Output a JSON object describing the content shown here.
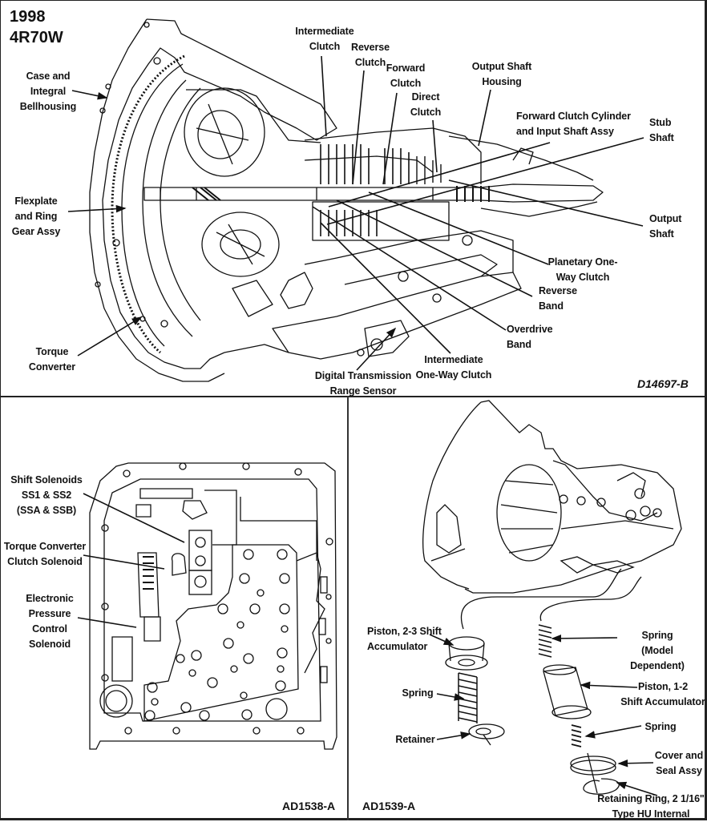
{
  "title": {
    "year": "1998",
    "model": "4R70W"
  },
  "panels": {
    "main": {
      "figure_code": "D14697-B",
      "callouts": [
        {
          "id": "case-bellhousing",
          "text": "Case and\nIntegral\nBellhousing"
        },
        {
          "id": "flexplate",
          "text": "Flexplate\nand Ring\nGear Assy"
        },
        {
          "id": "torque-converter",
          "text": "Torque\nConverter"
        },
        {
          "id": "intermediate-clutch",
          "text": "Intermediate\nClutch"
        },
        {
          "id": "reverse-clutch",
          "text": "Reverse\nClutch"
        },
        {
          "id": "forward-clutch",
          "text": "Forward\nClutch"
        },
        {
          "id": "direct-clutch",
          "text": "Direct\nClutch"
        },
        {
          "id": "output-shaft-housing",
          "text": "Output Shaft\nHousing"
        },
        {
          "id": "fwd-clutch-cylinder",
          "text": "Forward Clutch Cylinder\nand Input Shaft Assy"
        },
        {
          "id": "stub-shaft",
          "text": "Stub\nShaft"
        },
        {
          "id": "output-shaft",
          "text": "Output\nShaft"
        },
        {
          "id": "planetary-owc",
          "text": "Planetary One-\nWay Clutch"
        },
        {
          "id": "reverse-band",
          "text": "Reverse\nBand"
        },
        {
          "id": "overdrive-band",
          "text": "Overdrive\nBand"
        },
        {
          "id": "intermediate-owc",
          "text": "Intermediate\nOne-Way Clutch"
        },
        {
          "id": "dtr-sensor",
          "text": "Digital Transmission\nRange Sensor"
        }
      ]
    },
    "valve_body": {
      "figure_code": "AD1538-A",
      "callouts": [
        {
          "id": "shift-solenoids",
          "text": "Shift Solenoids\nSS1 & SS2\n(SSA & SSB)"
        },
        {
          "id": "tcc-solenoid",
          "text": "Torque Converter\nClutch Solenoid"
        },
        {
          "id": "epc-solenoid",
          "text": "Electronic\nPressure\nControl\nSolenoid"
        }
      ]
    },
    "accumulators": {
      "figure_code": "AD1539-A",
      "callouts": [
        {
          "id": "piston-23",
          "text": "Piston, 2-3 Shift\nAccumulator"
        },
        {
          "id": "spring-left",
          "text": "Spring"
        },
        {
          "id": "retainer",
          "text": "Retainer"
        },
        {
          "id": "spring-model",
          "text": "Spring\n(Model Dependent)"
        },
        {
          "id": "piston-12",
          "text": "Piston, 1-2\nShift Accumulator"
        },
        {
          "id": "spring-right",
          "text": "Spring"
        },
        {
          "id": "cover-seal",
          "text": "Cover and\nSeal Assy"
        },
        {
          "id": "retaining-ring",
          "text": "Retaining Ring, 2 1/16\"\nType HU Internal"
        }
      ]
    }
  }
}
